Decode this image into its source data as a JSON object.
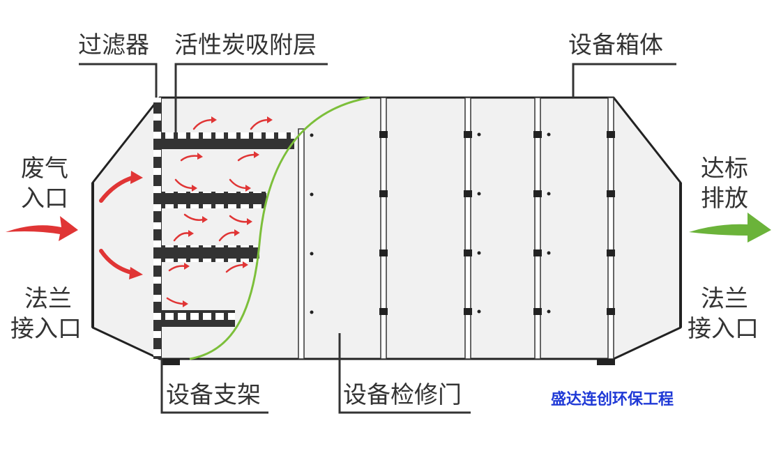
{
  "labels": {
    "filter": "过滤器",
    "carbon_layer": "活性炭吸附层",
    "box": "设备箱体",
    "inlet_line1": "废气",
    "inlet_line2": "入口",
    "outlet_line1": "达标",
    "outlet_line2": "排放",
    "flange_left_line1": "法兰",
    "flange_left_line2": "接入口",
    "flange_right_line1": "法兰",
    "flange_right_line2": "接入口",
    "support": "设备支架",
    "door": "设备检修门"
  },
  "brand": "盛达连创环保工程",
  "colors": {
    "label_text": "#333333",
    "outline": "#222222",
    "box_fill": "#f1f1f1",
    "exhaust_arrow": "#e03535",
    "clean_arrow": "#6bb33a",
    "door_curve": "#7cbf3a",
    "brand_text": "#1f39d6"
  }
}
